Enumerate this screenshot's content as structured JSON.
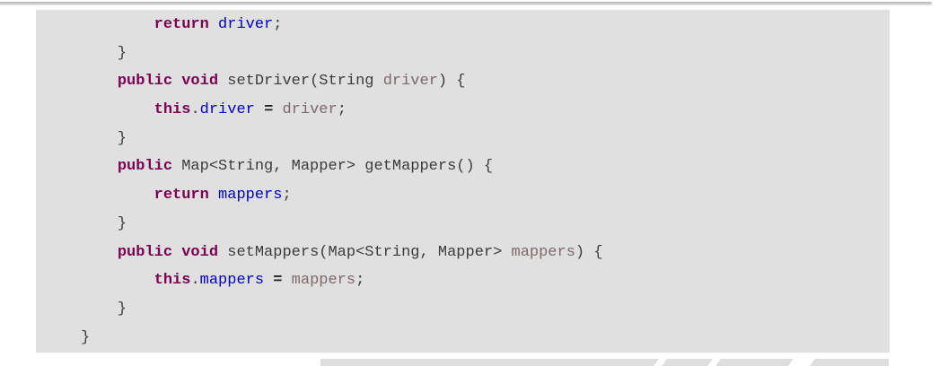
{
  "page": {
    "background": "#ffffff"
  },
  "divider": {
    "color_top": "#b3b3b3",
    "color_bottom": "#e8e8e8"
  },
  "code_block": {
    "language": "java",
    "background": "#e0e0e0",
    "colors": {
      "keyword": "#7b0052",
      "field": "#0000c0",
      "param": "#7d6969",
      "plain": "#3c3c3c",
      "operator": "#222222"
    },
    "lines": [
      [
        {
          "t": "        ",
          "c": "plain"
        },
        {
          "t": "return",
          "c": "keyword"
        },
        {
          "t": " ",
          "c": "plain"
        },
        {
          "t": "driver",
          "c": "field"
        },
        {
          "t": ";",
          "c": "plain"
        }
      ],
      [
        {
          "t": "    }",
          "c": "plain"
        }
      ],
      [
        {
          "t": "    ",
          "c": "plain"
        },
        {
          "t": "public",
          "c": "keyword"
        },
        {
          "t": " ",
          "c": "plain"
        },
        {
          "t": "void",
          "c": "keyword"
        },
        {
          "t": " setDriver(String ",
          "c": "plain"
        },
        {
          "t": "driver",
          "c": "param"
        },
        {
          "t": ") {",
          "c": "plain"
        }
      ],
      [
        {
          "t": "        ",
          "c": "plain"
        },
        {
          "t": "this",
          "c": "keyword"
        },
        {
          "t": ".",
          "c": "plain"
        },
        {
          "t": "driver",
          "c": "field"
        },
        {
          "t": " ",
          "c": "plain"
        },
        {
          "t": "=",
          "c": "operator"
        },
        {
          "t": " ",
          "c": "plain"
        },
        {
          "t": "driver",
          "c": "param"
        },
        {
          "t": ";",
          "c": "plain"
        }
      ],
      [
        {
          "t": "    }",
          "c": "plain"
        }
      ],
      [
        {
          "t": "    ",
          "c": "plain"
        },
        {
          "t": "public",
          "c": "keyword"
        },
        {
          "t": " Map<String, Mapper> getMappers() {",
          "c": "plain"
        }
      ],
      [
        {
          "t": "        ",
          "c": "plain"
        },
        {
          "t": "return",
          "c": "keyword"
        },
        {
          "t": " ",
          "c": "plain"
        },
        {
          "t": "mappers",
          "c": "field"
        },
        {
          "t": ";",
          "c": "plain"
        }
      ],
      [
        {
          "t": "    }",
          "c": "plain"
        }
      ],
      [
        {
          "t": "    ",
          "c": "plain"
        },
        {
          "t": "public",
          "c": "keyword"
        },
        {
          "t": " ",
          "c": "plain"
        },
        {
          "t": "void",
          "c": "keyword"
        },
        {
          "t": " setMappers(Map<String, Mapper> ",
          "c": "plain"
        },
        {
          "t": "mappers",
          "c": "param"
        },
        {
          "t": ") {",
          "c": "plain"
        }
      ],
      [
        {
          "t": "        ",
          "c": "plain"
        },
        {
          "t": "this",
          "c": "keyword"
        },
        {
          "t": ".",
          "c": "plain"
        },
        {
          "t": "mappers",
          "c": "field"
        },
        {
          "t": " ",
          "c": "plain"
        },
        {
          "t": "=",
          "c": "operator"
        },
        {
          "t": " ",
          "c": "plain"
        },
        {
          "t": "mappers",
          "c": "param"
        },
        {
          "t": ";",
          "c": "plain"
        }
      ],
      [
        {
          "t": "    }",
          "c": "plain"
        }
      ],
      [
        {
          "t": "}",
          "c": "plain"
        }
      ]
    ]
  },
  "watermark": {
    "color": "#dedede"
  }
}
